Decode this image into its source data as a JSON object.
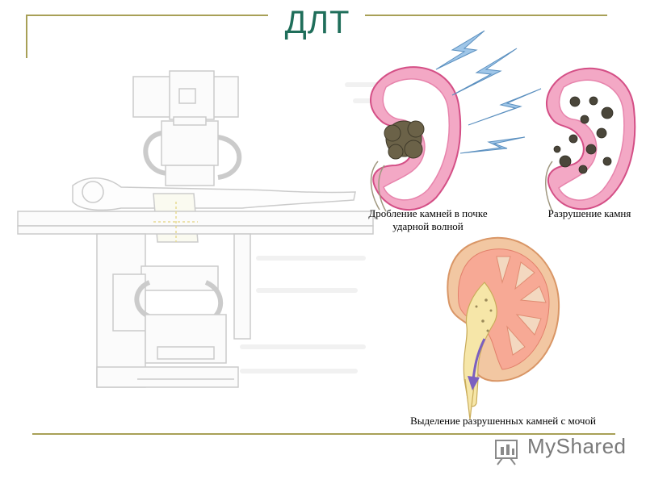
{
  "slide": {
    "title": "ДЛТ",
    "captions": {
      "crushing": "Дробление камней в почке ударной волной",
      "destruction": "Разрушение камня",
      "excretion": "Выделение разрушенных камней с мочой"
    },
    "logo_text": "MyShared"
  },
  "colors": {
    "title": "#1f6e5a",
    "frame": "#a8a057",
    "kidney_pink": "#e56a9b",
    "bolt": "#9fc6e8"
  },
  "icons": [
    "lithotripter-machine-illustration",
    "kidney-shockwave-illustration",
    "kidney-fragmented-stone-illustration",
    "kidney-cross-section-illustration",
    "myshared-logo-icon"
  ]
}
